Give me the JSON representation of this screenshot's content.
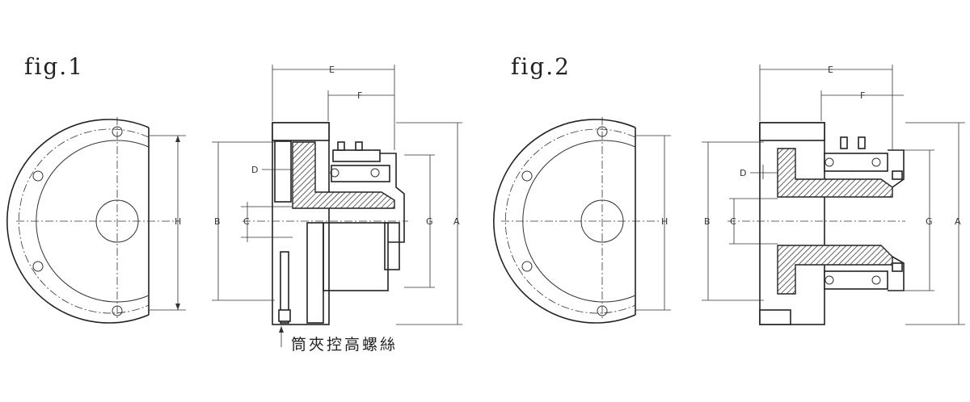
{
  "figures": [
    {
      "label": "fig.1",
      "dimensions": {
        "A": "A",
        "B": "B",
        "C": "C",
        "D": "D",
        "E": "E",
        "F": "F",
        "G": "G",
        "H": "H"
      },
      "note": "筒夾控高螺絲"
    },
    {
      "label": "fig.2",
      "dimensions": {
        "A": "A",
        "B": "B",
        "C": "C",
        "D": "D",
        "E": "E",
        "F": "F",
        "G": "G",
        "H": "H"
      }
    }
  ],
  "colors": {
    "line": "#222222",
    "background": "#ffffff"
  }
}
